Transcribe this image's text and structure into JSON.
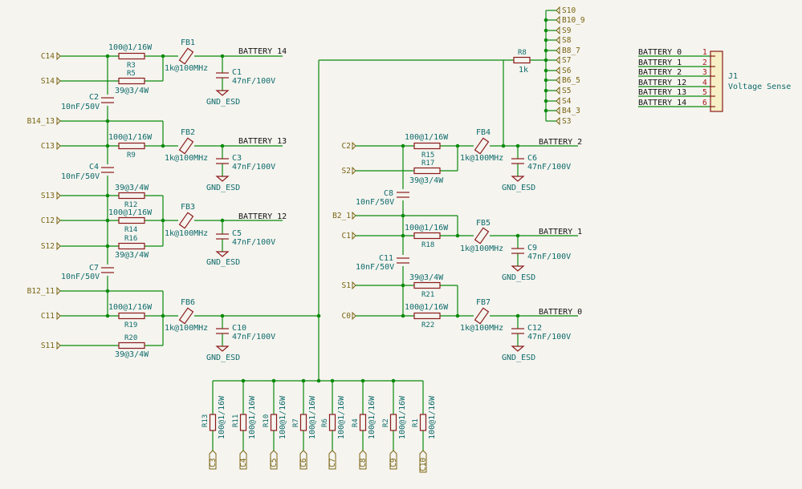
{
  "schematic": {
    "resistors_h": [
      {
        "ref": "R3",
        "value": "100@1/16W"
      },
      {
        "ref": "R5",
        "value": "39@3/4W"
      },
      {
        "ref": "R9",
        "value": "100@1/16W"
      },
      {
        "ref": "R12",
        "value": "39@3/4W"
      },
      {
        "ref": "R14",
        "value": "100@1/16W"
      },
      {
        "ref": "R16",
        "value": "39@3/4W"
      },
      {
        "ref": "R19",
        "value": "100@1/16W"
      },
      {
        "ref": "R20",
        "value": "39@3/4W"
      },
      {
        "ref": "R15",
        "value": "100@1/16W"
      },
      {
        "ref": "R17",
        "value": "39@3/4W"
      },
      {
        "ref": "R18",
        "value": "100@1/16W"
      },
      {
        "ref": "R21",
        "value": "39@3/4W"
      },
      {
        "ref": "R22",
        "value": "100@1/16W"
      },
      {
        "ref": "R8",
        "value": "1k"
      }
    ],
    "resistors_v": [
      {
        "ref": "R13",
        "value": "100@1/16W",
        "net": "C3"
      },
      {
        "ref": "R11",
        "value": "100@1/16W",
        "net": "C4"
      },
      {
        "ref": "R10",
        "value": "100@1/16W",
        "net": "C5"
      },
      {
        "ref": "R7",
        "value": "100@1/16W",
        "net": "C6"
      },
      {
        "ref": "R6",
        "value": "100@1/16W",
        "net": "C7"
      },
      {
        "ref": "R4",
        "value": "100@1/16W",
        "net": "C8"
      },
      {
        "ref": "R2",
        "value": "100@1/16W",
        "net": "C9"
      },
      {
        "ref": "R1",
        "value": "100@1/16W",
        "net": "C10"
      }
    ],
    "ferrites": [
      {
        "ref": "FB1",
        "value": "1k@100MHz",
        "net": "BATTERY 14"
      },
      {
        "ref": "FB2",
        "value": "1k@100MHz",
        "net": "BATTERY 13"
      },
      {
        "ref": "FB3",
        "value": "1k@100MHz",
        "net": "BATTERY 12"
      },
      {
        "ref": "FB6",
        "value": "1k@100MHz",
        "net": ""
      },
      {
        "ref": "FB4",
        "value": "1k@100MHz",
        "net": "BATTERY 2"
      },
      {
        "ref": "FB5",
        "value": "1k@100MHz",
        "net": "BATTERY 1"
      },
      {
        "ref": "FB7",
        "value": "1k@100MHz",
        "net": "BATTERY 0"
      }
    ],
    "caps_filter": [
      {
        "ref": "C1",
        "value": "47nF/100V",
        "gnd": "GND_ESD"
      },
      {
        "ref": "C3",
        "value": "47nF/100V",
        "gnd": "GND_ESD"
      },
      {
        "ref": "C5",
        "value": "47nF/100V",
        "gnd": "GND_ESD"
      },
      {
        "ref": "C10",
        "value": "47nF/100V",
        "gnd": "GND_ESD"
      },
      {
        "ref": "C6",
        "value": "47nF/100V",
        "gnd": "GND_ESD"
      },
      {
        "ref": "C9",
        "value": "47nF/100V",
        "gnd": "GND_ESD"
      },
      {
        "ref": "C12",
        "value": "47nF/100V",
        "gnd": "GND_ESD"
      }
    ],
    "caps_series": [
      {
        "ref": "C2",
        "value": "10nF/50V"
      },
      {
        "ref": "C4",
        "value": "10nF/50V"
      },
      {
        "ref": "C7",
        "value": "10nF/50V"
      },
      {
        "ref": "C8",
        "value": "10nF/50V"
      },
      {
        "ref": "C11",
        "value": "10nF/50V"
      }
    ],
    "left_labels": [
      "C14",
      "S14",
      "B14_13",
      "C13",
      "S13",
      "C12",
      "S12",
      "B12_11",
      "C11",
      "S11"
    ],
    "mid_labels": [
      "C2",
      "S2",
      "B2_1",
      "C1",
      "S1",
      "C0"
    ],
    "top_labels": [
      "S10",
      "B10_9",
      "S9",
      "S8",
      "B8_7",
      "S7",
      "S6",
      "B6_5",
      "S5",
      "S4",
      "B4_3",
      "S3"
    ],
    "connector": {
      "ref": "J1",
      "value": "Voltage Sense",
      "pins": [
        {
          "num": "1",
          "net": "BATTERY 0"
        },
        {
          "num": "2",
          "net": "BATTERY 1"
        },
        {
          "num": "3",
          "net": "BATTERY 2"
        },
        {
          "num": "4",
          "net": "BATTERY 12"
        },
        {
          "num": "5",
          "net": "BATTERY 13"
        },
        {
          "num": "6",
          "net": "BATTERY 14"
        }
      ]
    }
  }
}
